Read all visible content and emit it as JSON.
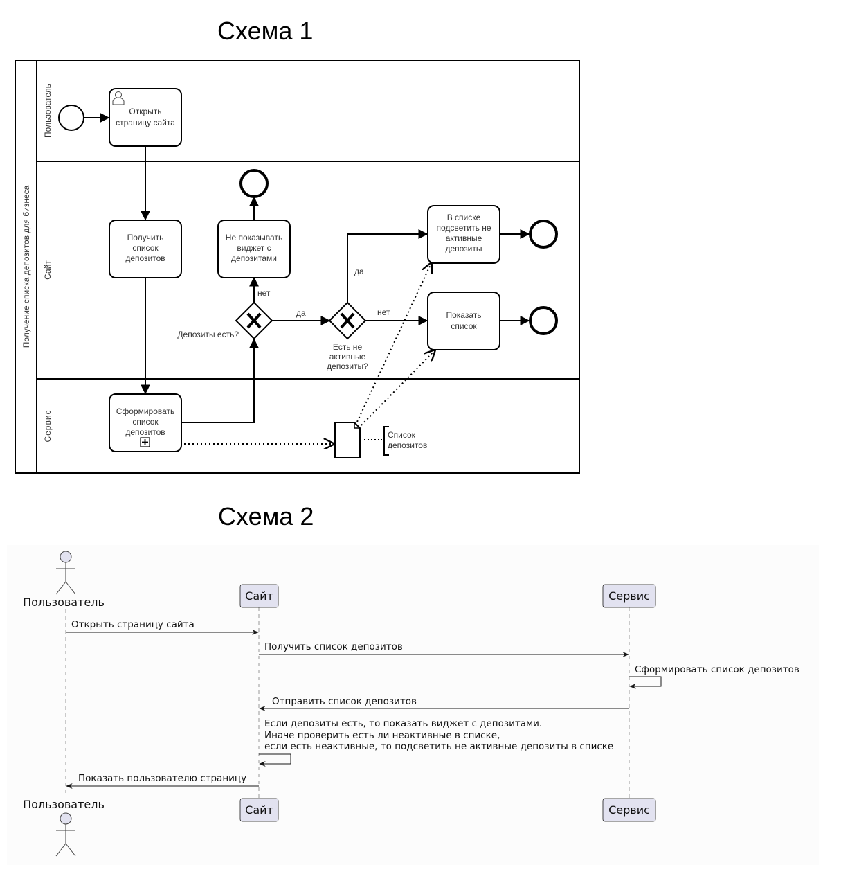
{
  "schema1": {
    "title": "Схема 1",
    "pool": {
      "label": "Получение списка депозитов для бизнеса",
      "lanes": [
        {
          "id": "user",
          "label": "Пользователь"
        },
        {
          "id": "site",
          "label": "Сайт"
        },
        {
          "id": "service",
          "label": "Сервис"
        }
      ]
    },
    "tasks": {
      "open_page": [
        "Открыть",
        "страницу сайта"
      ],
      "get_list": [
        "Получить",
        "список",
        "депозитов"
      ],
      "dont_show": [
        "Не показывать",
        "виджет с",
        "депозитами"
      ],
      "highlight": [
        "В списке",
        "подсветить не",
        "активные",
        "депозиты"
      ],
      "show_list": [
        "Показать",
        "список"
      ],
      "form_list": [
        "Сформировать",
        "список",
        "депозитов"
      ]
    },
    "gateways": {
      "deposits_exist": "Депозиты есть?",
      "inactive_exist": [
        "Есть не",
        "активные",
        "депозиты?"
      ]
    },
    "flow_labels": {
      "no1": "нет",
      "yes1": "да",
      "yes2": "да",
      "no2": "нет"
    },
    "data_object_annotation": [
      "Список",
      "депозитов"
    ]
  },
  "schema2": {
    "title": "Схема 2",
    "participants": [
      {
        "id": "user",
        "label": "Пользователь",
        "kind": "actor"
      },
      {
        "id": "site",
        "label": "Сайт",
        "kind": "participant"
      },
      {
        "id": "service",
        "label": "Сервис",
        "kind": "participant"
      }
    ],
    "messages": [
      {
        "from": "user",
        "to": "site",
        "label": [
          "Открыть страницу сайта"
        ]
      },
      {
        "from": "site",
        "to": "service",
        "label": [
          "Получить список депозитов"
        ]
      },
      {
        "from": "service",
        "to": "service",
        "label": [
          "Сформировать список депозитов"
        ]
      },
      {
        "from": "service",
        "to": "site",
        "label": [
          "Отправить список депозитов"
        ]
      },
      {
        "from": "site",
        "to": "site",
        "label": [
          "Если депозиты есть, то показать виджет с депозитами.",
          "Иначе проверить есть ли неактивные в списке,",
          "если есть неактивные, то подсветить не активные депозиты в списке"
        ]
      },
      {
        "from": "site",
        "to": "user",
        "label": [
          "Показать пользователю страницу"
        ]
      }
    ],
    "colors": {
      "participant_fill": "#e2e2f0",
      "participant_border": "#181818",
      "background": "#fcfcfc"
    }
  }
}
